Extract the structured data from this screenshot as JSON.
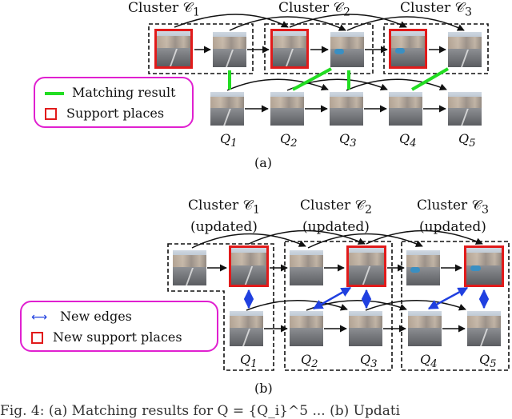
{
  "panel_a": {
    "clusters": [
      {
        "label": "Cluster 𝒞",
        "sub": "1"
      },
      {
        "label": "Cluster 𝒞",
        "sub": "2"
      },
      {
        "label": "Cluster 𝒞",
        "sub": "3"
      }
    ],
    "legend": {
      "matching": "Matching result",
      "support": "Support places"
    },
    "queries": [
      {
        "name": "Q",
        "sub": "1"
      },
      {
        "name": "Q",
        "sub": "2"
      },
      {
        "name": "Q",
        "sub": "3"
      },
      {
        "name": "Q",
        "sub": "4"
      },
      {
        "name": "Q",
        "sub": "5"
      }
    ],
    "caption": "(a)"
  },
  "panel_b": {
    "clusters": [
      {
        "label": "Cluster 𝒞",
        "sub": "1",
        "note": "(updated)"
      },
      {
        "label": "Cluster 𝒞",
        "sub": "2",
        "note": "(updated)"
      },
      {
        "label": "Cluster 𝒞",
        "sub": "3",
        "note": "(updated)"
      }
    ],
    "legend": {
      "edges": "New edges",
      "support": "New support places"
    },
    "queries": [
      {
        "name": "Q",
        "sub": "1"
      },
      {
        "name": "Q",
        "sub": "2"
      },
      {
        "name": "Q",
        "sub": "3"
      },
      {
        "name": "Q",
        "sub": "4"
      },
      {
        "name": "Q",
        "sub": "5"
      }
    ],
    "caption": "(b)"
  },
  "footer_fragment": "Fig. 4: (a) Matching results for Q = {Q_i}^5 ... (b) Updati",
  "colors": {
    "match": "#22dd22",
    "support": "#e11b1b",
    "edge": "#2040e0",
    "legend_border": "#e020d0"
  }
}
